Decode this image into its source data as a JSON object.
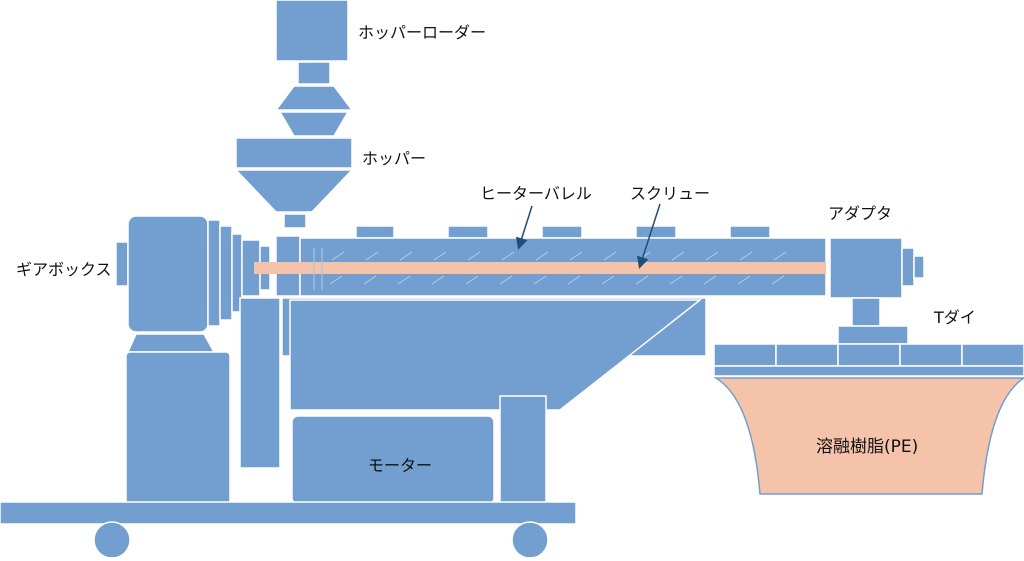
{
  "labels": {
    "hopper_loader": "ホッパーローダー",
    "hopper": "ホッパー",
    "heater_barrel": "ヒーターバレル",
    "screw": "スクリュー",
    "adapter": "アダプタ",
    "gearbox": "ギアボックス",
    "t_die": "Tダイ",
    "motor": "モーター",
    "molten_resin": "溶融樹脂(PE)"
  },
  "colors": {
    "machine_fill": "#729fcf",
    "machine_stroke": "#ffffff",
    "resin_fill": "#f4c3aa",
    "arrow": "#1f4e79"
  }
}
